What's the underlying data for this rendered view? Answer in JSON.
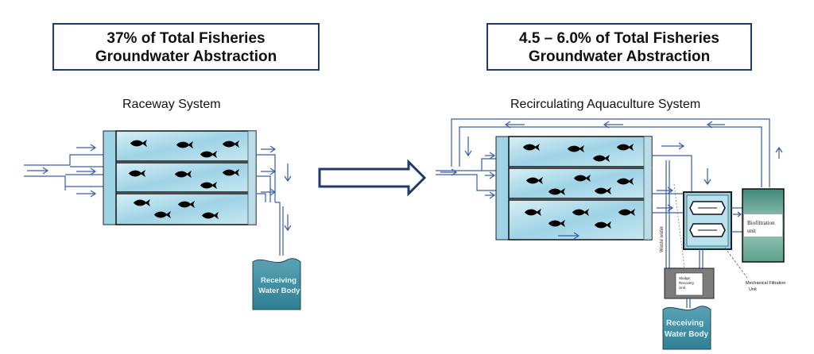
{
  "titles": {
    "raceway_line1": "37% of Total Fisheries",
    "raceway_line2": "Groundwater Abstraction",
    "ras_line1": "4.5 – 6.0% of Total Fisheries",
    "ras_line2": "Groundwater Abstraction"
  },
  "labels": {
    "raceway": "Raceway System",
    "ras": "Recirculating Aquaculture System",
    "receiving_1": "Receiving",
    "receiving_2": "Water Body",
    "biofiltration_1": "Biofiltration",
    "biofiltration_2": "unit",
    "mechanical_1": "Mechanical Filtration",
    "mechanical_2": "Unit",
    "waste_water": "Waste water",
    "sludge_1": "Sludge",
    "sludge_2": "Recovery",
    "sludge_3": "Unit"
  },
  "colors": {
    "title_border": "#1f3a6e",
    "pipe": "#3a5da6",
    "water": "#bfe3ef",
    "water_dark": "#7fc3dc",
    "receiving_water": "#3a8aa0",
    "biofilter": "#6aa79a",
    "sludge_unit": "#8a8a8a"
  },
  "icons": {
    "fish": "fish-icon",
    "big_arrow": "right-arrow-icon"
  }
}
